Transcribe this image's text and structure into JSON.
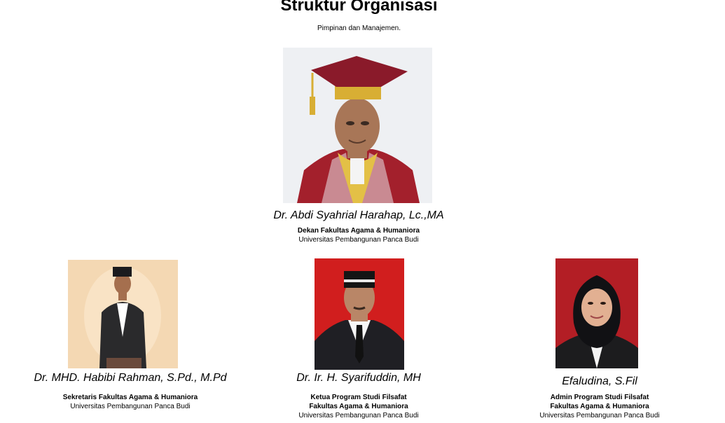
{
  "page": {
    "title": "Struktur Organisasi",
    "subtitle": "Pimpinan dan Manajemen."
  },
  "dean": {
    "name": "Dr. Abdi Syahrial Harahap, Lc.,MA",
    "role": "Dekan Fakultas Agama & Humaniora",
    "org": "Universitas Pembangunan Panca Budi"
  },
  "staff": [
    {
      "name": "Dr. MHD. Habibi Rahman, S.Pd., M.Pd",
      "role_line1": "Sekretaris Fakultas Agama & Humaniora",
      "org": "Universitas Pembangunan Panca Budi"
    },
    {
      "name": "Dr. Ir. H. Syarifuddin, MH",
      "role_line1": "Ketua Program Studi Filsafat",
      "role_line2": "Fakultas Agama & Humaniora",
      "org": "Universitas Pembangunan Panca Budi"
    },
    {
      "name": "Efaludina, S.Fil",
      "role_line1": "Admin Program Studi Filsafat",
      "role_line2": "Fakultas Agama & Humaniora",
      "org": "Universitas Pembangunan Panca Budi"
    }
  ]
}
